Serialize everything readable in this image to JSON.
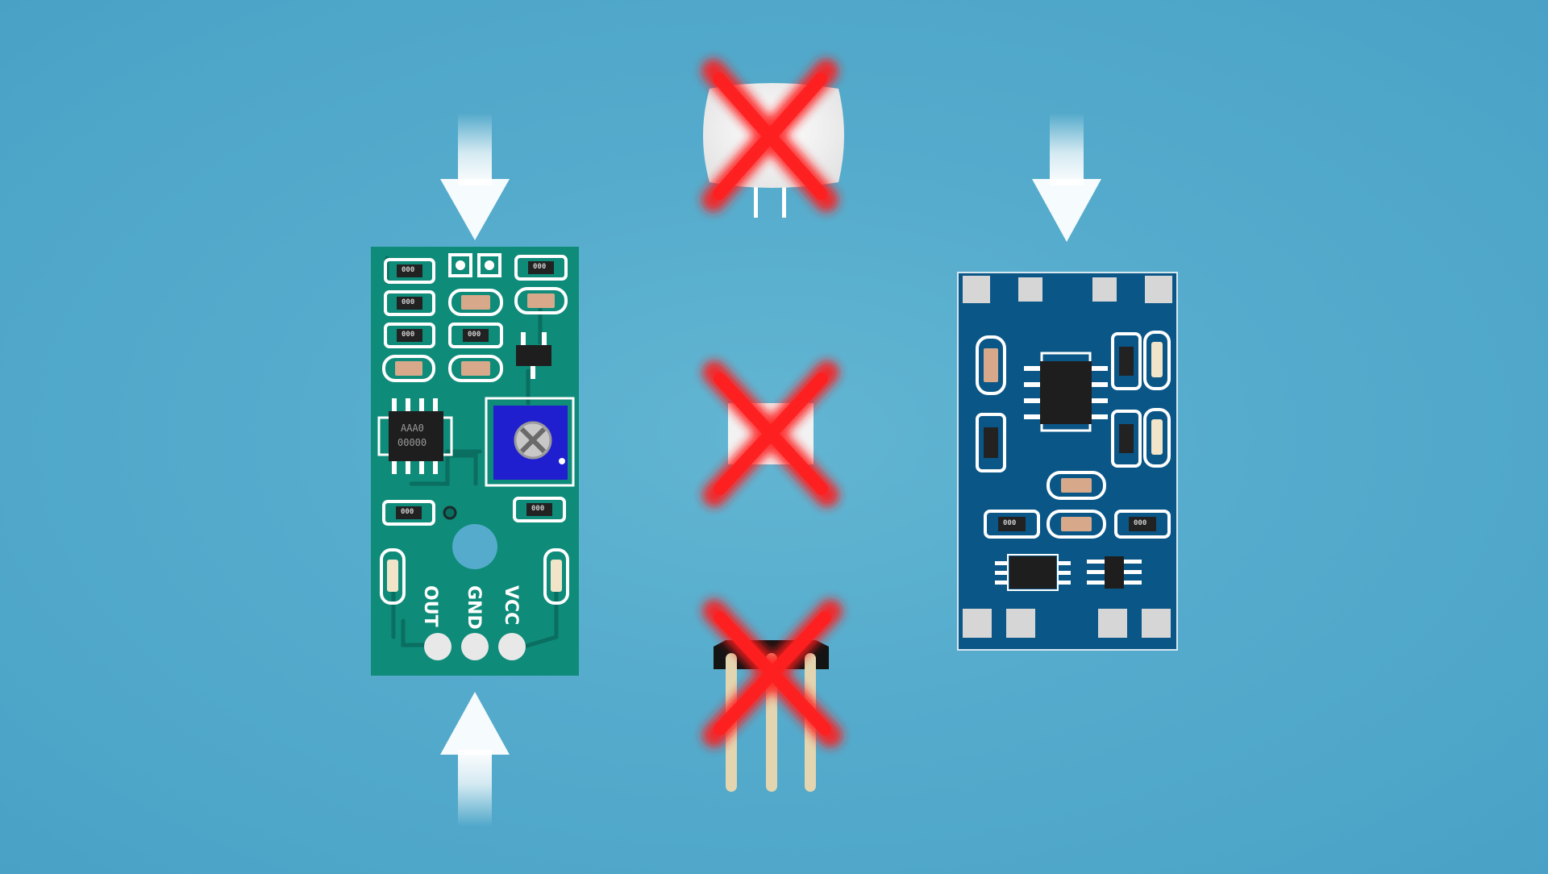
{
  "scene": {
    "background": "#55abcc",
    "left_board": {
      "color": "#0f8b7a",
      "trace_color": "#0a6e60",
      "pin_labels": [
        "OUT",
        "GND",
        "VCC"
      ],
      "chip_code_top": "AAA0",
      "chip_code_bottom": "00000",
      "resistor_code": "000"
    },
    "right_board": {
      "color": "#0a5787",
      "resistor_code": "000"
    },
    "arrows": [
      {
        "name": "left-top-arrow",
        "direction": "down"
      },
      {
        "name": "left-bottom-arrow",
        "direction": "up"
      },
      {
        "name": "right-top-arrow",
        "direction": "down"
      }
    ],
    "rejected_parts": [
      {
        "name": "pir-dome-sensor",
        "status": "rejected"
      },
      {
        "name": "white-square-sensor",
        "status": "rejected"
      },
      {
        "name": "three-pin-transistor",
        "status": "rejected"
      }
    ],
    "reject_mark_color": "#ff2020"
  }
}
